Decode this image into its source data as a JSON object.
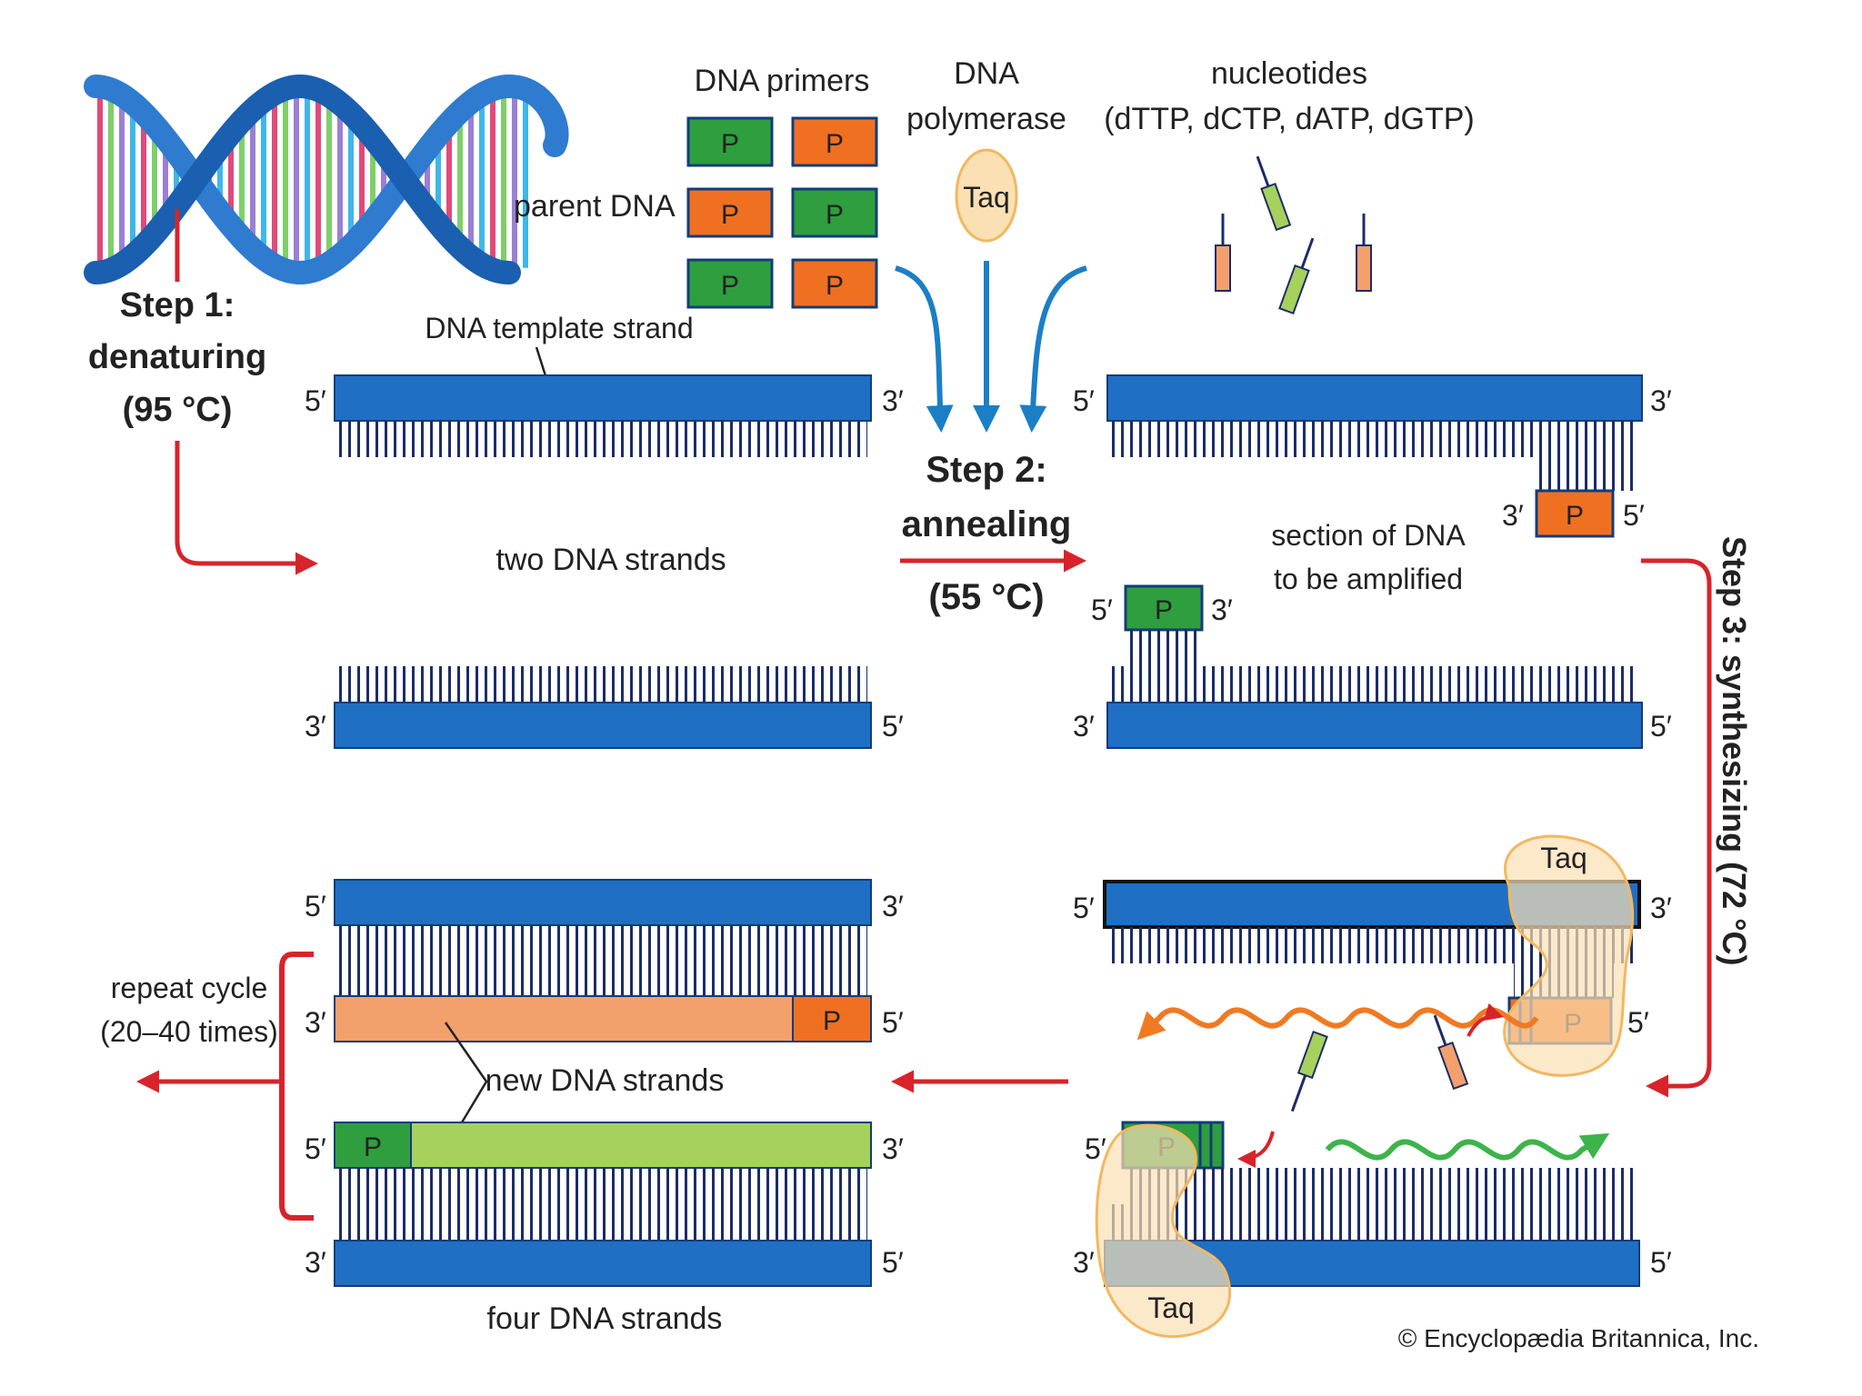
{
  "colors": {
    "strand_blue": "#1f6fc4",
    "tick_navy": "#1c2c6a",
    "primer_green": "#2e9e3e",
    "primer_orange": "#f07022",
    "new_orange": "#f4a06c",
    "new_green": "#a6d15c",
    "arrow_red": "#d8232a",
    "arrow_blue": "#1b7fc6",
    "taq_fill": "#fbe0b3",
    "wave_orange": "#f07a22",
    "wave_green": "#3cb44b"
  },
  "labels": {
    "step1": [
      "Step 1:",
      "denaturing",
      "(95 °C)"
    ],
    "step2": [
      "Step 2:",
      "annealing",
      "(55 °C)"
    ],
    "step3": "Step 3: synthesizing (72 °C)",
    "parent_dna": "parent DNA",
    "dna_template_strand": "DNA template strand",
    "two_dna_strands": "two DNA strands",
    "dna_primers": "DNA primers",
    "dna_polymerase": [
      "DNA",
      "polymerase"
    ],
    "taq": "Taq",
    "nucleotides": [
      "nucleotides",
      "(dTTP, dCTP, dATP, dGTP)"
    ],
    "section_of_dna": [
      "section of DNA",
      "to be amplified"
    ],
    "repeat_cycle": [
      "repeat cycle",
      "(20–40 times)"
    ],
    "new_dna_strands": "new DNA strands",
    "four_dna_strands": "four DNA strands",
    "copyright": "© Encyclopædia Britannica, Inc.",
    "primer_letter": "P",
    "end5": "5′",
    "end3": "3′"
  },
  "icons": [
    "dna-helix-icon",
    "primer-block-icon",
    "taq-polymerase-icon",
    "nucleotide-icon",
    "wavy-arrow-icon"
  ]
}
